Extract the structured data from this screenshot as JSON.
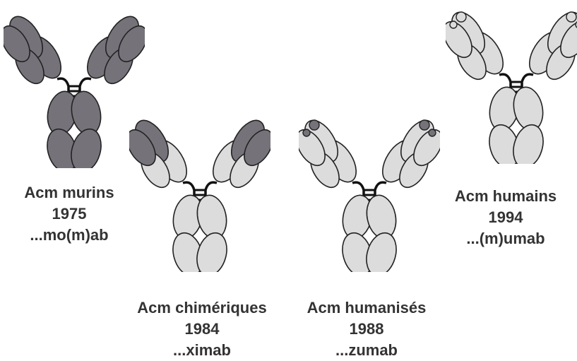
{
  "colors": {
    "murine": "#76727a",
    "human": "#dcdcdc",
    "outline": "#222222",
    "text": "#333333"
  },
  "antibodies": [
    {
      "key": "murine",
      "type": "Acm murins",
      "year": "1975",
      "suffix": "...mo(m)ab"
    },
    {
      "key": "chimeric",
      "type": "Acm chimériques",
      "year": "1984",
      "suffix": "...ximab"
    },
    {
      "key": "humanized",
      "type": "Acm humanisés",
      "year": "1988",
      "suffix": "...zumab"
    },
    {
      "key": "human",
      "type": "Acm humains",
      "year": "1994",
      "suffix": "...(m)umab"
    }
  ]
}
